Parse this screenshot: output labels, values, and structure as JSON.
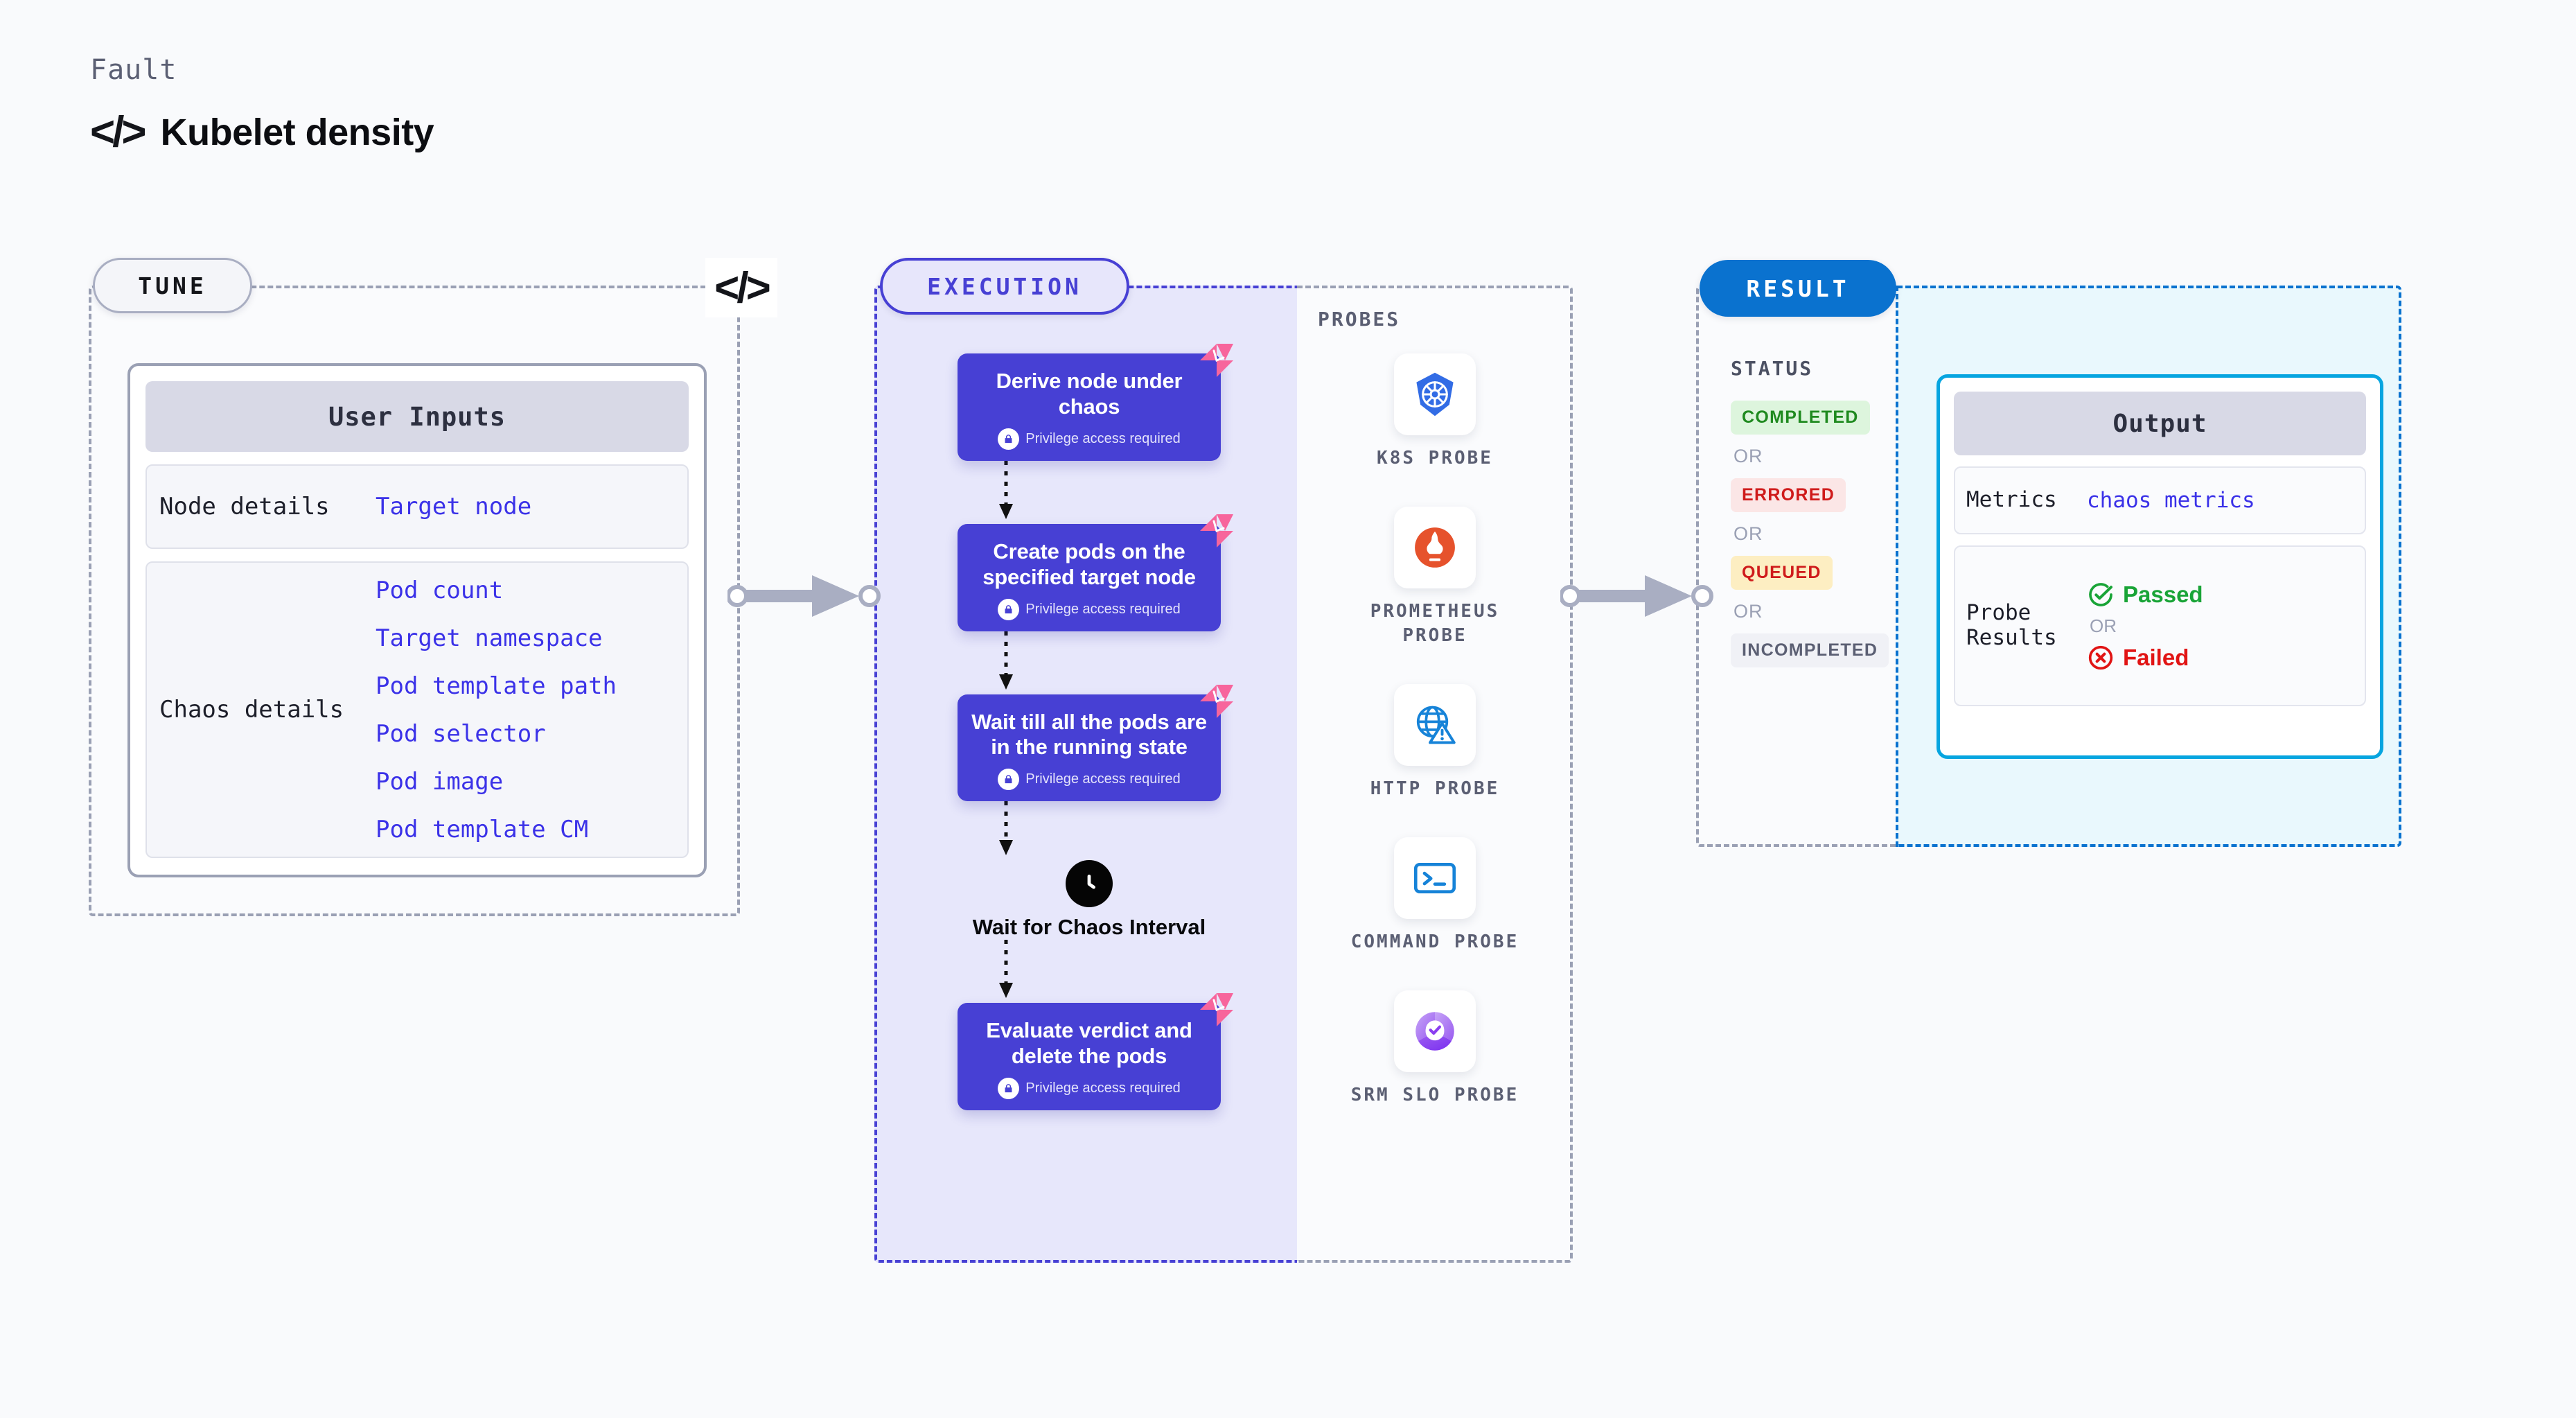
{
  "header": {
    "kicker": "Fault",
    "title": "Kubelet density",
    "code_glyph": "</>"
  },
  "tune": {
    "pill_label": "TUNE",
    "corner_icon_glyph": "</>",
    "card_title": "User Inputs",
    "rows": [
      {
        "label": "Node details",
        "values": [
          "Target node"
        ]
      },
      {
        "label": "Chaos details",
        "values": [
          "Pod count",
          "Target namespace",
          "Pod template path",
          "Pod selector",
          "Pod image",
          "Pod template CM"
        ]
      }
    ]
  },
  "execution": {
    "pill_label": "EXECUTION",
    "privilege_note": "Privilege access required",
    "steps": [
      {
        "type": "node",
        "title": "Derive node under chaos",
        "privileged": true,
        "fault_marker": true
      },
      {
        "type": "node",
        "title": "Create pods on the specified target node",
        "privileged": true,
        "fault_marker": true
      },
      {
        "type": "node",
        "title": "Wait till all the pods are in the running state",
        "privileged": true,
        "fault_marker": true
      },
      {
        "type": "wait",
        "title": "Wait for Chaos Interval",
        "icon": "clock-icon"
      },
      {
        "type": "node",
        "title": "Evaluate verdict and delete the pods",
        "privileged": true,
        "fault_marker": true
      }
    ]
  },
  "probes": {
    "title": "PROBES",
    "items": [
      {
        "name": "K8S PROBE",
        "icon": "kubernetes-icon",
        "color": "#326ce5"
      },
      {
        "name": "PROMETHEUS PROBE",
        "icon": "prometheus-flame-icon",
        "color": "#e6522c"
      },
      {
        "name": "HTTP PROBE",
        "icon": "globe-warning-icon",
        "color": "#1683d8"
      },
      {
        "name": "COMMAND PROBE",
        "icon": "terminal-icon",
        "color": "#1683d8"
      },
      {
        "name": "SRM SLO PROBE",
        "icon": "slo-donut-check-icon",
        "color": "#8b3ef0"
      }
    ]
  },
  "result": {
    "pill_label": "RESULT",
    "status_title": "STATUS",
    "or_label": "OR",
    "statuses": [
      {
        "label": "COMPLETED",
        "bg": "#ddf5dd",
        "fg": "#1f8a1f"
      },
      {
        "label": "ERRORED",
        "bg": "#fbe6e6",
        "fg": "#cf1b1b"
      },
      {
        "label": "QUEUED",
        "bg": "#fdeec2",
        "fg": "#cf1b1b"
      },
      {
        "label": "INCOMPLETED",
        "bg": "#f0f1f6",
        "fg": "#5b5f73"
      }
    ],
    "output": {
      "card_title": "Output",
      "metrics_label": "Metrics",
      "metrics_value": "chaos metrics",
      "probe_results_label": "Probe Results",
      "or_label": "OR",
      "passed_label": "Passed",
      "failed_label": "Failed"
    }
  },
  "colors": {
    "page_bg": "#f9fafc",
    "exec_purple": "#4740d4",
    "exec_panel_bg": "#e7e7fb",
    "result_blue": "#0a72cf",
    "output_cyan": "#06a5e0",
    "link_blue": "#3b32e8",
    "fault_pink": "#f7659c",
    "muted": "#9aa0b4"
  }
}
